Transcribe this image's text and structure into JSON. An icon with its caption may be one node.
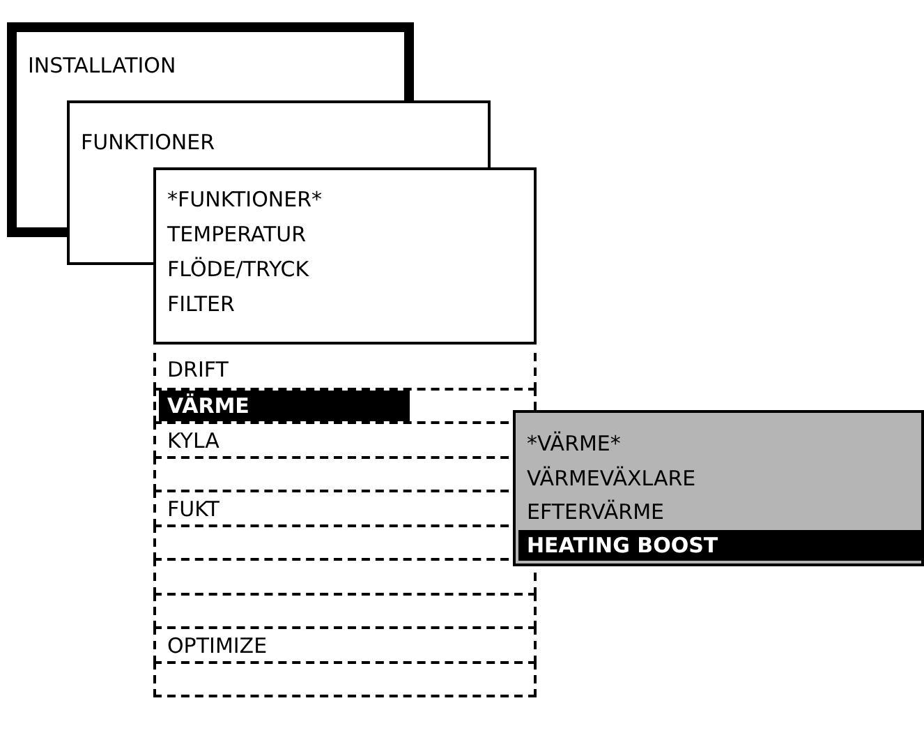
{
  "diagram": {
    "nodes": [
      {
        "text": [
          "INSTALLATION"
        ]
      },
      {
        "text": [
          "FUNKTIONER"
        ]
      },
      {
        "text": [
          "*FUNKTIONER*",
          "TEMPERATUR",
          "FLÖDE/TRYCK",
          "FILTER"
        ]
      },
      {
        "text": [
          "DRIFT"
        ]
      },
      {
        "text": [
          "VÄRME"
        ]
      },
      {
        "text": [
          "KYLA"
        ]
      },
      {
        "text": [],
        "shape": "box"
      },
      {
        "text": [
          "FUKT"
        ]
      },
      {
        "text": [],
        "shape": "box"
      },
      {
        "text": [],
        "shape": "box"
      },
      {
        "text": [],
        "shape": "box"
      },
      {
        "text": [
          "OPTIMIZE"
        ]
      },
      {
        "text": [],
        "shape": "box"
      },
      {
        "text": [
          "*VÄRME*",
          "VÄRMEVÄXLARE",
          "EFTERVÄRME",
          "HEATING BOOST"
        ]
      }
    ],
    "edges": []
  }
}
